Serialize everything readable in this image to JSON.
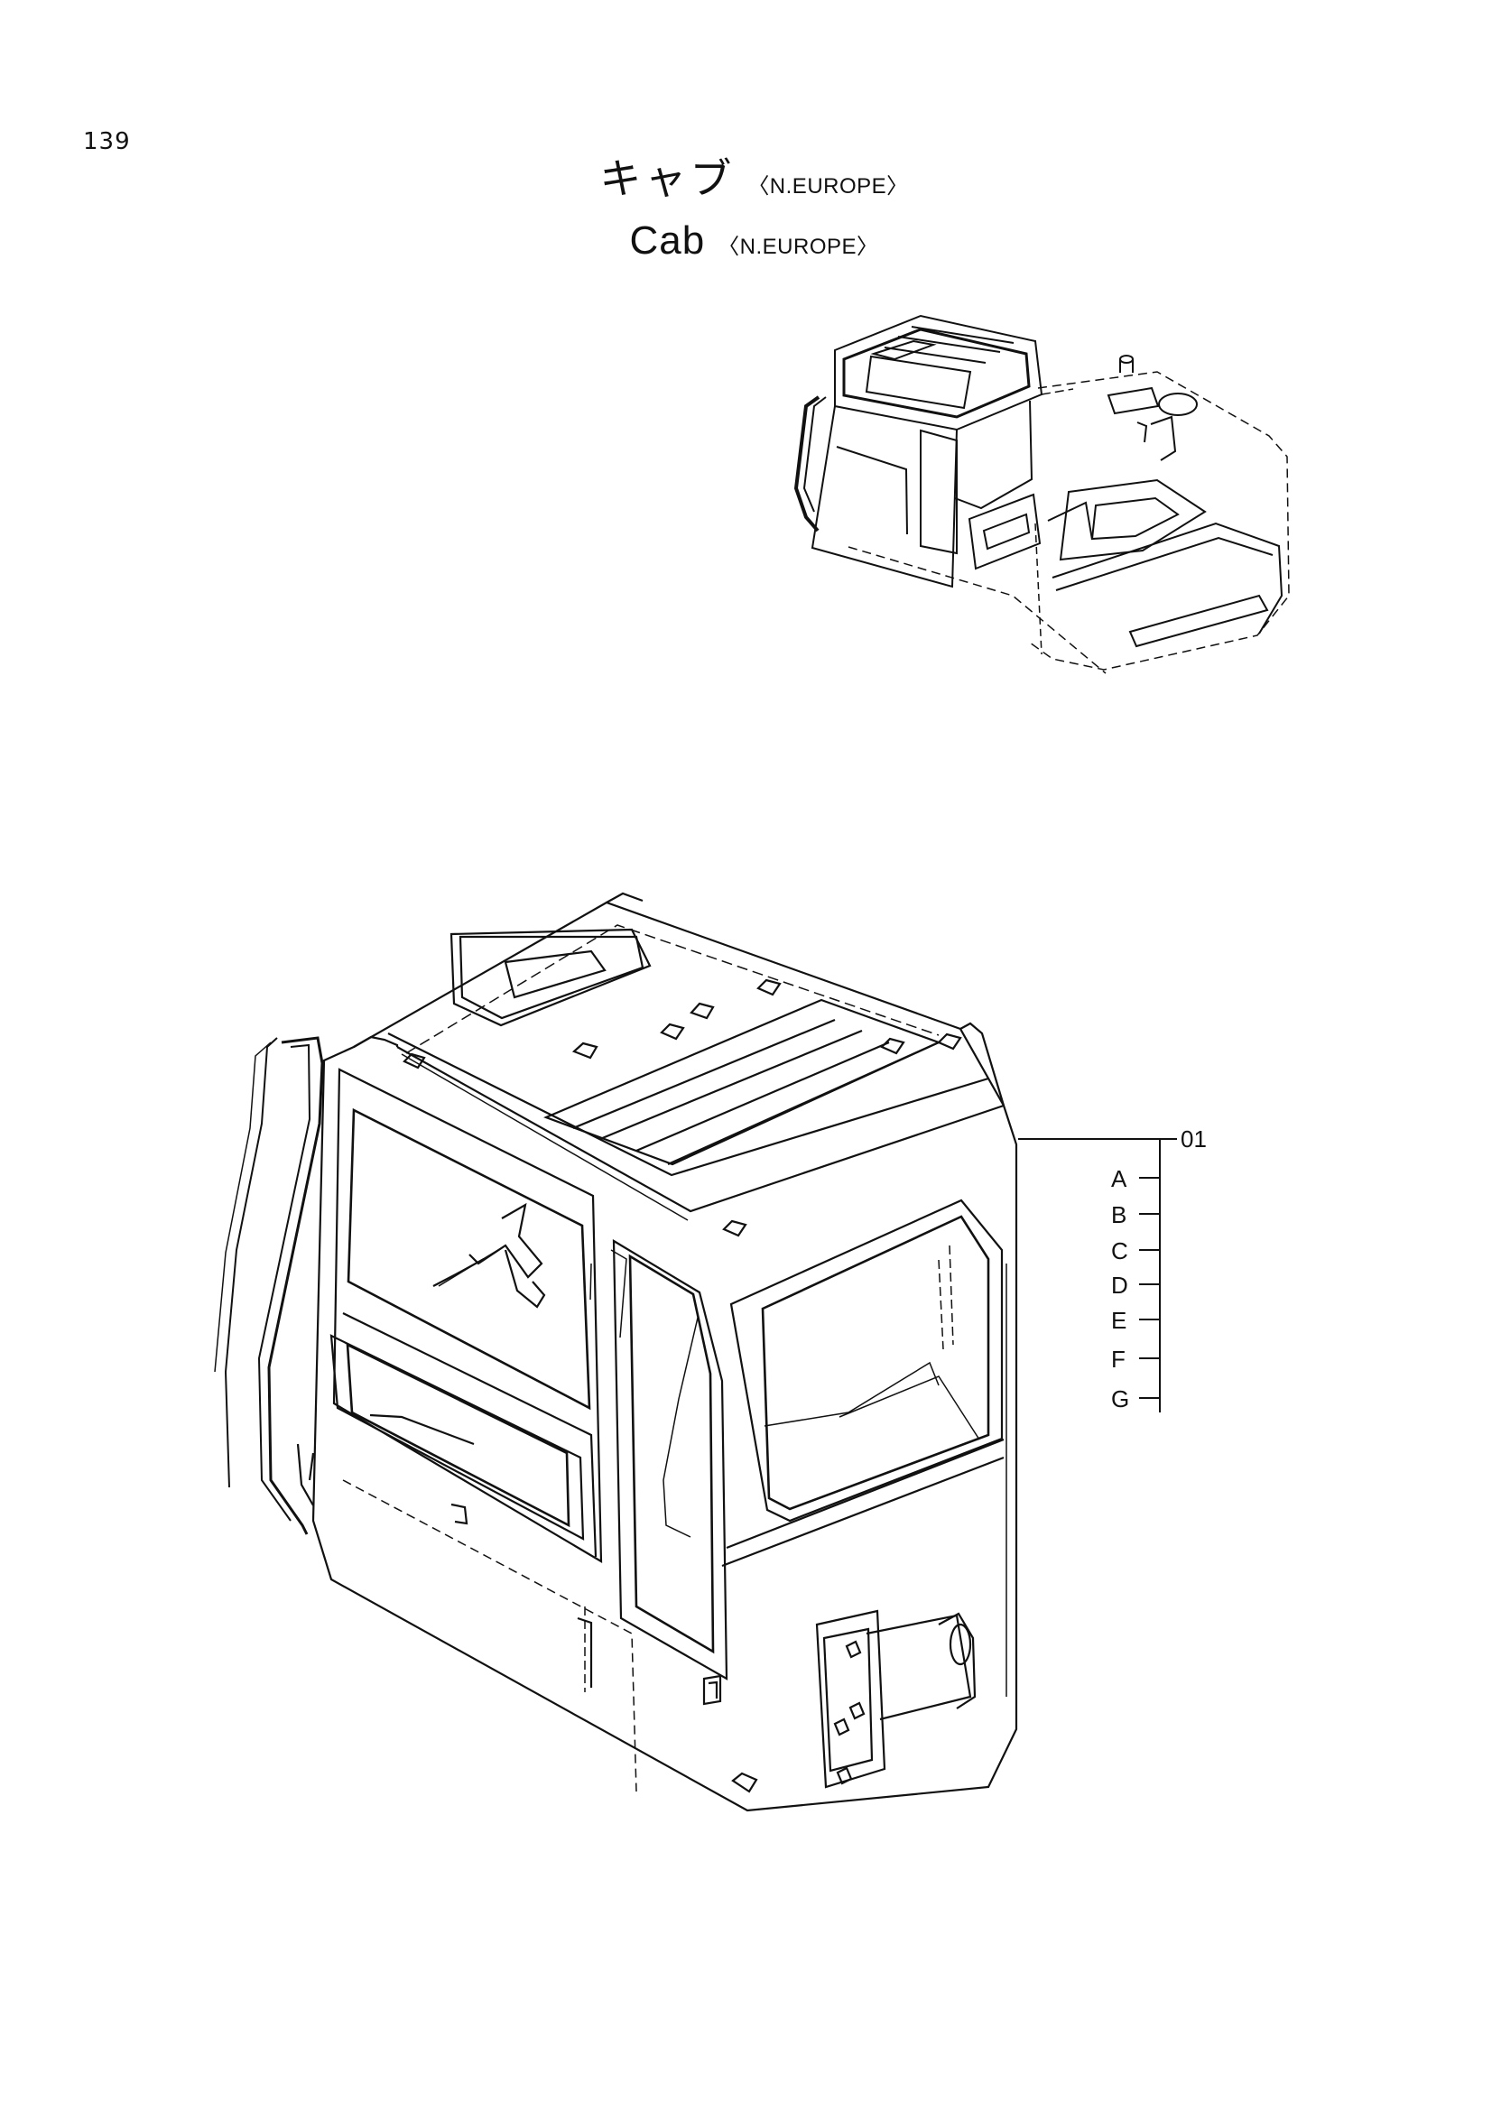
{
  "page": {
    "number": "139"
  },
  "title": {
    "japanese": "キャブ",
    "english": "Cab",
    "region": "〈N.EUROPE〉"
  },
  "callouts": {
    "main_ref": "01",
    "letters": [
      "A",
      "B",
      "C",
      "D",
      "E",
      "F",
      "G"
    ]
  }
}
